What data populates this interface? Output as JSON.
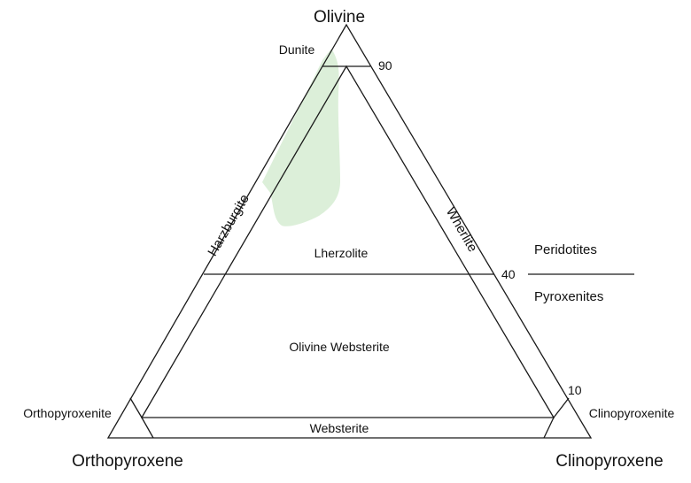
{
  "vertices": {
    "top": "Olivine",
    "left": "Orthopyroxene",
    "right": "Clinopyroxene"
  },
  "fields": {
    "dunite": "Dunite",
    "harzburgite": "Harzburgite",
    "wherlite": "Wherlite",
    "lherzolite": "Lherzolite",
    "olivine_websterite": "Olivine Websterite",
    "websterite": "Websterite",
    "orthopyroxenite": "Orthopyroxenite",
    "clinopyroxenite": "Clinopyroxenite"
  },
  "groups": {
    "upper": "Peridotites",
    "lower": "Pyroxenites"
  },
  "ticks": {
    "t90": "90",
    "t40": "40",
    "t10": "10"
  },
  "colors": {
    "shaded_field": "#dcefd9",
    "lines": "#1a1a1a"
  }
}
